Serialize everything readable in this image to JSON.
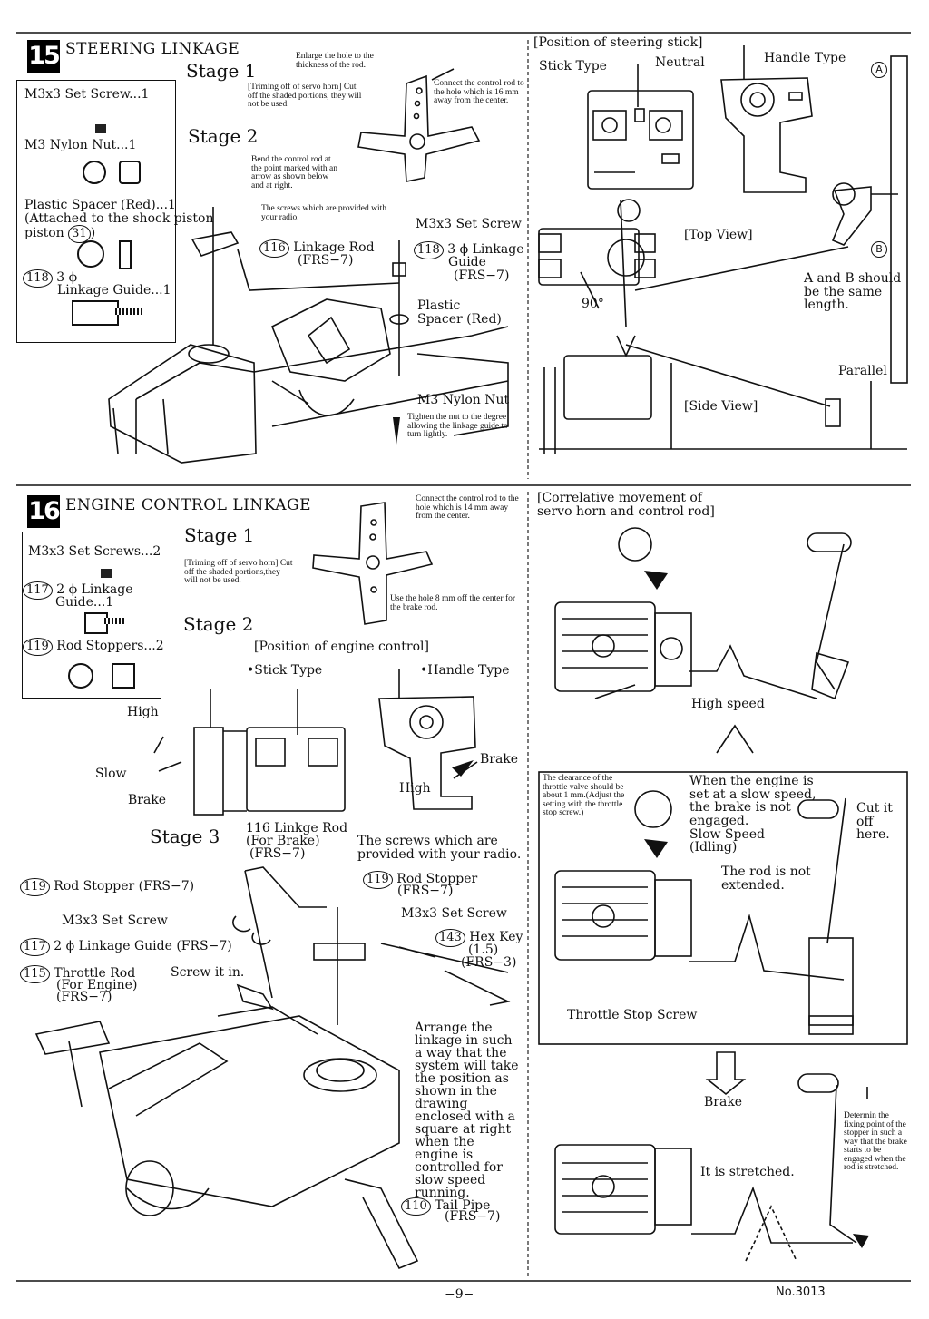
{
  "section15": {
    "number": "15",
    "title": "STEERING LINKAGE",
    "stage1": "Stage 1",
    "stage2": "Stage 2",
    "parts": {
      "set_screw": "M3x3 Set Screw...1",
      "nylon_nut": "M3 Nylon Nut...1",
      "spacer": "Plastic Spacer (Red)...1",
      "spacer_note": "(Attached to the shock piston",
      "spacer_ref": "31",
      "guide_num": "118",
      "guide_label": "3 ϕ",
      "guide_label2": "Linkage Guide...1"
    },
    "enlarge_note": "Enlarge the hole to the thickness of the rod.",
    "trim_note": "[Triming off of servo horn] Cut off the shaded portions, they will not be used.",
    "connect_note": "Connect the control rod to the hole which is 16 mm away from the center.",
    "bend_note": "Bend the control rod at the point marked with an arrow as shown below and at right.",
    "screws_note": "The screws which are provided with your radio.",
    "set_screw_label": "M3x3 Set Screw",
    "linkage_rod_num": "116",
    "linkage_rod": "Linkage Rod",
    "linkage_rod_ref": "(FRS−7)",
    "guide_num": "118",
    "guide_a": "3 ϕ Linkage",
    "guide_b": "Guide",
    "guide_ref": "(FRS−7)",
    "spacer_label_a": "Plastic",
    "spacer_label_b": "Spacer (Red)",
    "nylon_nut_label": "M3 Nylon Nut",
    "tighten_note": "Tighten the nut to the degree allowing the linkage guide to turn lightly.",
    "stick_position_title": "[Position of steering stick]",
    "stick_type": "Stick Type",
    "neutral": "Neutral",
    "handle_type": "Handle Type",
    "top_view": "[Top View]",
    "side_view": "[Side View]",
    "angle": "90°",
    "ab_note": "A and B should be the same length.",
    "parallel": "Parallel",
    "mark_a": "A",
    "mark_b": "B"
  },
  "section16": {
    "number": "16",
    "title": "ENGINE CONTROL LINKAGE",
    "stage1": "Stage 1",
    "stage2": "Stage 2",
    "stage3": "Stage 3",
    "parts": {
      "set_screws": "M3x3 Set Screws...2",
      "guide_num": "117",
      "guide_a": "2 ϕ Linkage",
      "guide_b": "Guide...1",
      "stopper_num": "119",
      "stoppers": "Rod Stoppers...2"
    },
    "connect_note": "Connect the control rod to the hole which is 14 mm away from the center.",
    "trim_note": "[Triming off of servo horn] Cut off the shaded portions,they will not be used.",
    "hole_note": "Use the hole 8 mm off the center for the brake rod.",
    "engine_position_title": "[Position of engine control]",
    "stick_type": "•Stick Type",
    "handle_type": "•Handle Type",
    "high": "High",
    "slow": "Slow",
    "brake": "Brake",
    "high2": "High",
    "brake2": "Brake",
    "rod116_a": "116 Linkge Rod",
    "rod116_b": "(For Brake)",
    "rod116_c": "(FRS−7)",
    "screws_note": "The screws which are provided with your radio.",
    "stopper_num_a": "119",
    "stopper_a": "Rod Stopper (FRS−7)",
    "set_screw_a": "M3x3 Set Screw",
    "guide_num_a": "117",
    "guide_a_label": "2 ϕ Linkage Guide (FRS−7)",
    "throttle_num": "115",
    "throttle_a": "Throttle Rod",
    "throttle_b": "(For Engine)",
    "throttle_c": "(FRS−7)",
    "screw_in": "Screw it in.",
    "stopper_num_b": "119",
    "stopper_b": "Rod Stopper",
    "stopper_b_ref": "(FRS−7)",
    "set_screw_b": "M3x3 Set Screw",
    "hexkey_num": "143",
    "hexkey_a": "Hex Key",
    "hexkey_b": "(1.5)",
    "hexkey_c": "(FRS−3)",
    "arrange_note": "Arrange the linkage in such a way that the system will take the position as shown in the drawing enclosed with a square at right when the engine is controlled for slow speed running.",
    "tailpipe_num": "110",
    "tailpipe_a": "Tail Pipe",
    "tailpipe_b": "(FRS−7)",
    "correlative_title": "[Correlative movement of servo horn and control rod]",
    "high_speed": "High speed",
    "clearance_note": "The clearance of the throttle valve should be about 1 mm.(Adjust the setting with the throttle stop screw.)",
    "when_note": "When the engine is set at a slow speed, the brake is not engaged.",
    "slow_speed": "Slow Speed",
    "idling": "(Idling)",
    "not_extended": "The rod is not extended.",
    "cut_off": "Cut it off here.",
    "throttle_stop": "Throttle Stop Screw",
    "brake3": "Brake",
    "stretched": "It is stretched.",
    "determine_note": "Determin the fixing point of the stopper in such a way that the brake starts to be engaged when the rod is stretched."
  },
  "footer": {
    "page": "−9−",
    "code": "No.3013"
  }
}
